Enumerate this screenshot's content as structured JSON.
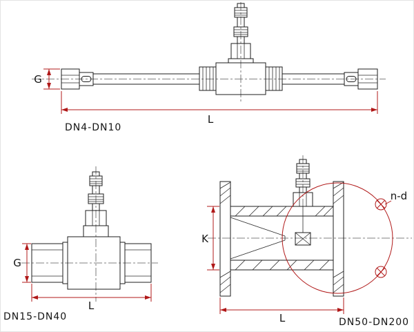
{
  "colors": {
    "line_ink": "#1c1c1c",
    "dimension_red": "#b01818",
    "centerline_gray": "#5a5a5a",
    "background": "#ffffff"
  },
  "drawings": {
    "small": {
      "caption": "DN4-DN10",
      "g_label": "G",
      "l_label": "L"
    },
    "medium": {
      "caption": "DN15-DN40",
      "g_label": "G",
      "l_label": "L"
    },
    "large": {
      "caption": "DN50-DN200",
      "k_label": "K",
      "l_label": "L",
      "bolt_holes_label": "n-d"
    }
  }
}
